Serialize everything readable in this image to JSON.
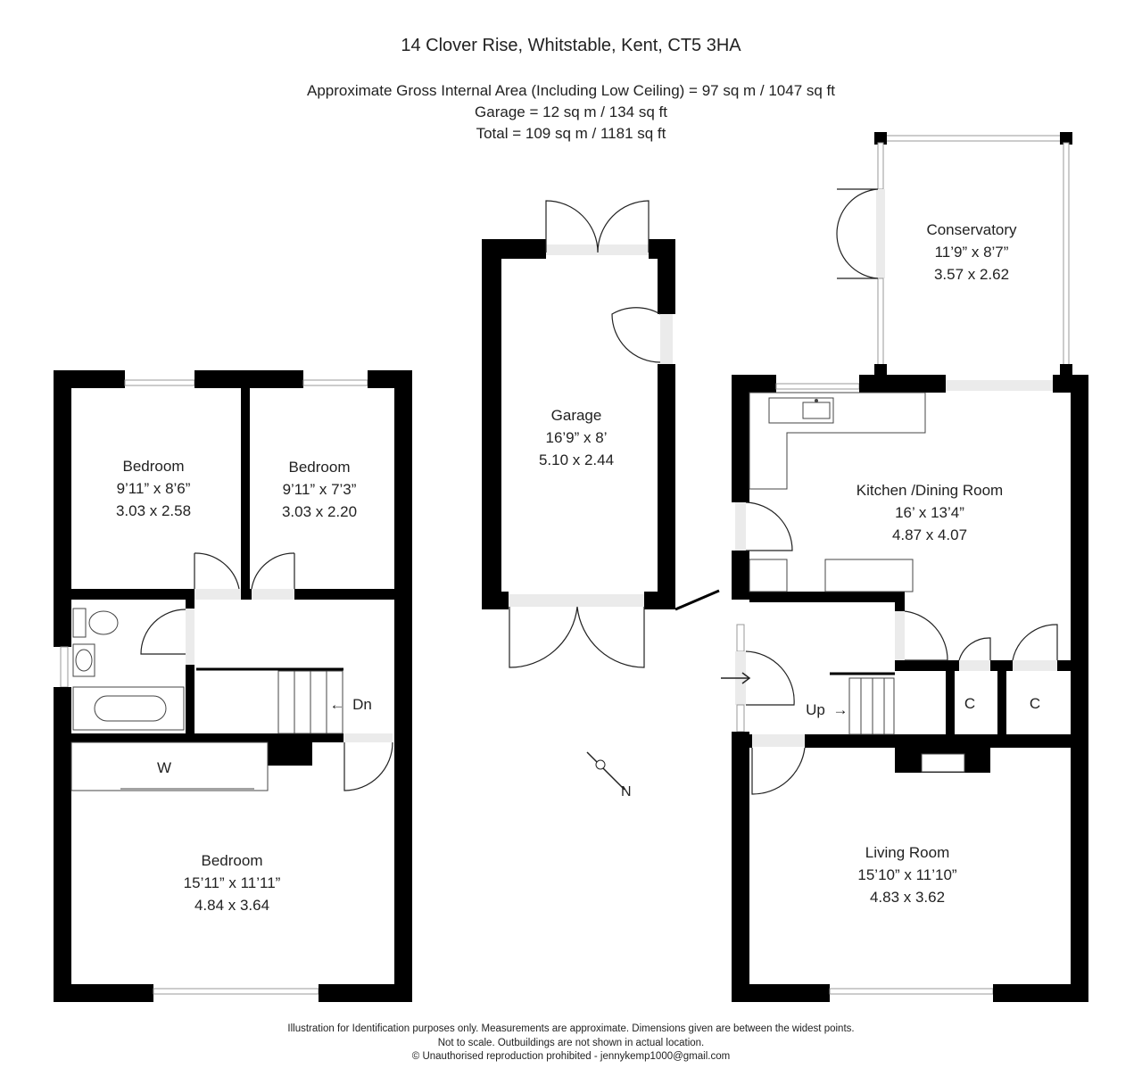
{
  "header": {
    "title": "14 Clover Rise, Whitstable, Kent, CT5 3HA",
    "areas": [
      "Approximate Gross Internal Area (Including Low Ceiling) =  97 sq m / 1047 sq ft",
      "Garage = 12 sq m / 134 sq ft",
      "Total = 109 sq m / 1181 sq ft"
    ]
  },
  "rooms": {
    "bedroom1": {
      "name": "Bedroom",
      "imperial": "9’11” x 8’6”",
      "metric": "3.03 x 2.58"
    },
    "bedroom2": {
      "name": "Bedroom",
      "imperial": "9’11” x 7’3”",
      "metric": "3.03 x 2.20"
    },
    "bedroom3": {
      "name": "Bedroom",
      "imperial": "15’11” x 11’11”",
      "metric": "4.84 x 3.64"
    },
    "garage": {
      "name": "Garage",
      "imperial": "16’9” x 8’",
      "metric": "5.10 x 2.44"
    },
    "conservatory": {
      "name": "Conservatory",
      "imperial": "11’9” x 8’7”",
      "metric": "3.57 x 2.62"
    },
    "kitchen": {
      "name": "Kitchen /Dining Room",
      "imperial": "16’ x 13’4”",
      "metric": "4.87 x 4.07"
    },
    "living": {
      "name": "Living Room",
      "imperial": "15’10” x 11’10”",
      "metric": "4.83 x 3.62"
    }
  },
  "labels": {
    "wardrobe": "W",
    "down": "Dn",
    "up": "Up",
    "cupboard1": "C",
    "cupboard2": "C",
    "north": "N"
  },
  "footer": [
    "Illustration for Identification purposes only.  Measurements are approximate. Dimensions given are between the widest points.",
    "Not to scale.  Outbuildings are not shown in actual location.",
    "© Unauthorised reproduction prohibited  -  jennykemp1000@gmail.com"
  ]
}
